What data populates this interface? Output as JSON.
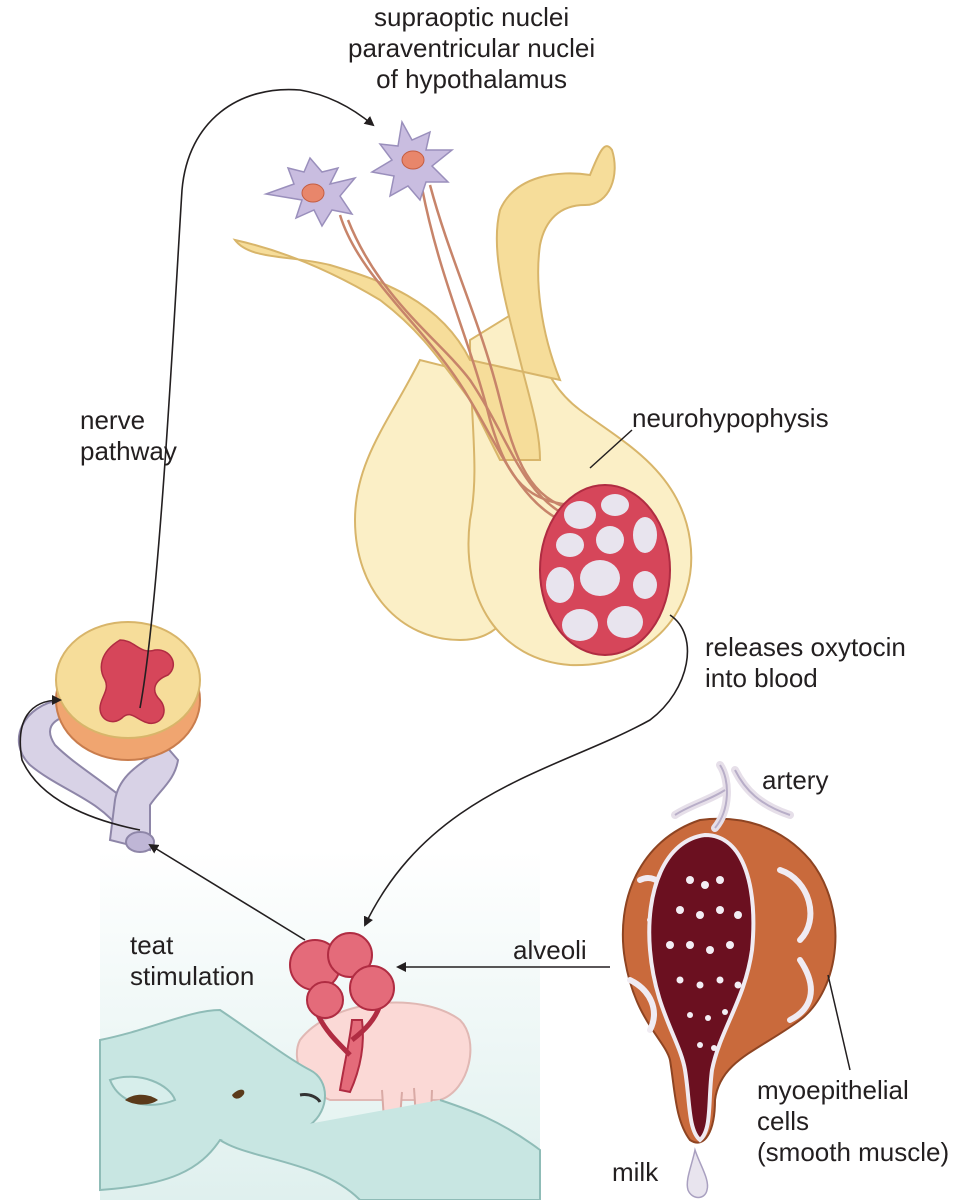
{
  "labels": {
    "nuclei": [
      "supraoptic nuclei",
      "paraventricular nuclei",
      "of hypothalamus"
    ],
    "nerve_pathway": [
      "nerve",
      "pathway"
    ],
    "neurohypophysis": "neurohypophysis",
    "releases": [
      "releases oxytocin",
      "into blood"
    ],
    "artery": "artery",
    "teat_stimulation": [
      "teat",
      "stimulation"
    ],
    "alveoli": "alveoli",
    "myoepithelial": [
      "myoepithelial",
      "cells",
      "(smooth muscle)"
    ],
    "milk": "milk"
  },
  "colors": {
    "hypothalamus_fill": "#f6dd9a",
    "pituitary_fill": "#fbefc6",
    "capillary": "#d6465a",
    "neuron": "#c9bde0",
    "nucleus": "#e8866b",
    "calf": "#c8e6e2",
    "udder": "#fbd9d6",
    "milk_duct": "#6b1020",
    "gland_outer": "#c96a3c",
    "arrow": "#231f20"
  },
  "icons": [
    "neuron-icon",
    "spinal-cord-icon",
    "calf-icon",
    "alveoli-cluster-icon",
    "mammary-alveolus-icon",
    "milk-drop-icon"
  ]
}
